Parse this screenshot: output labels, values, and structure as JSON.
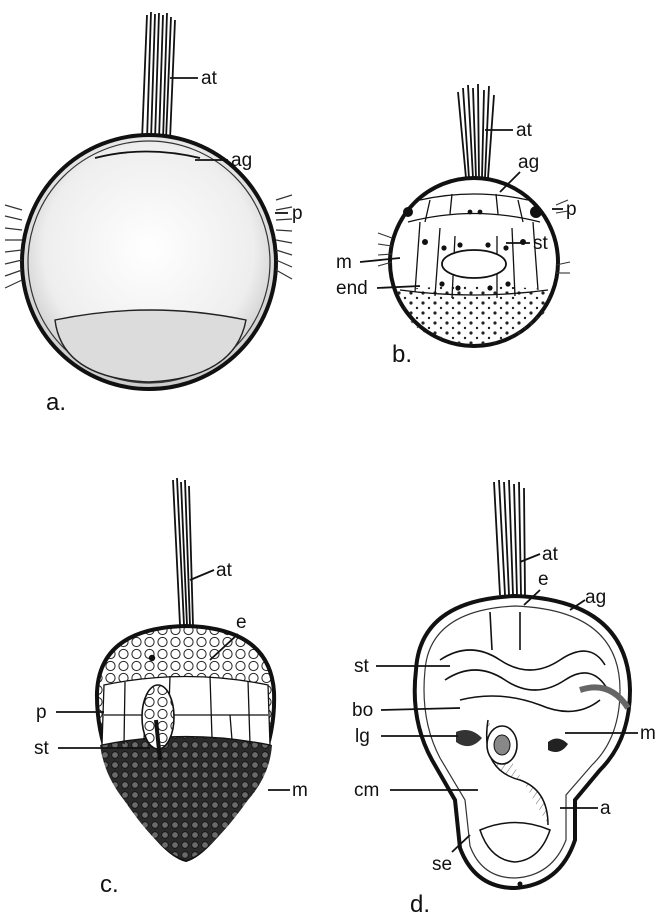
{
  "figure": {
    "panels": [
      {
        "caption": "a.",
        "labels": {
          "at": "at",
          "ag": "ag",
          "p": "p"
        }
      },
      {
        "caption": "b.",
        "labels": {
          "at": "at",
          "ag": "ag",
          "p": "p",
          "st": "st",
          "m": "m",
          "end": "end"
        }
      },
      {
        "caption": "c.",
        "labels": {
          "at": "at",
          "e": "e",
          "p": "p",
          "st": "st",
          "m": "m"
        }
      },
      {
        "caption": "d.",
        "labels": {
          "at": "at",
          "e": "e",
          "ag": "ag",
          "st": "st",
          "bo": "bo",
          "lg": "lg",
          "m": "m",
          "cm": "cm",
          "a": "a",
          "se": "se"
        }
      }
    ]
  }
}
